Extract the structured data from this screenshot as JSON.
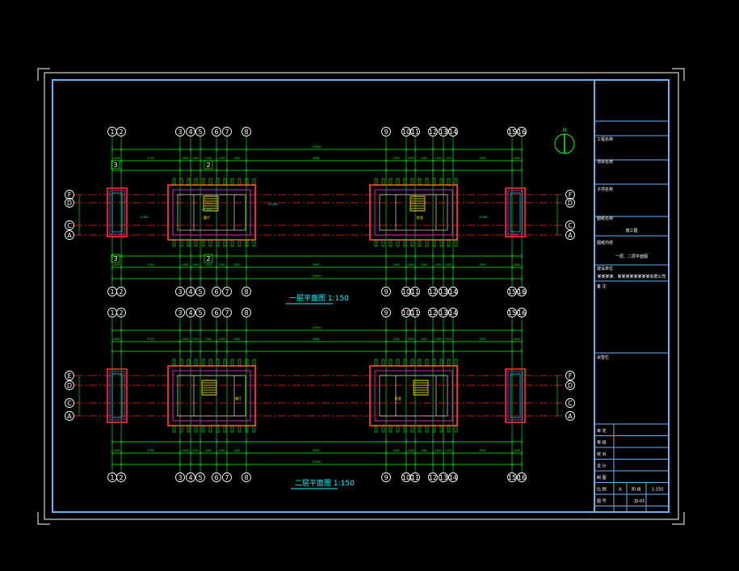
{
  "drawing": {
    "plan_upper_title": "一层平面图 1:150",
    "plan_lower_title": "二层平面图 1:150",
    "north_label": "N",
    "grid_columns": [
      "1",
      "2",
      "3",
      "4",
      "5",
      "6",
      "7",
      "8",
      "9",
      "10",
      "11",
      "12",
      "13",
      "14",
      "15",
      "16"
    ],
    "grid_rows_right": [
      "F",
      "D",
      "C",
      "A"
    ],
    "grid_rows_left": [
      "F",
      "D",
      "C",
      "A"
    ],
    "grid_rows_lower_left": [
      "E",
      "D",
      "C",
      "A"
    ],
    "grid_rows_lower_right": [
      "F",
      "D",
      "C",
      "A"
    ],
    "section_marks": [
      "3",
      "2",
      "3",
      "2"
    ],
    "overall_dim": "37600",
    "dims_top": [
      "4500",
      "5700",
      "1500",
      "1500",
      "2400",
      "1500",
      "2400",
      "8900",
      "2400",
      "1500",
      "2400",
      "1500",
      "1500",
      "5700",
      "4500"
    ],
    "room_labels": [
      "客厅",
      "卧室",
      "餐厅",
      "卧室"
    ],
    "level_labels": [
      "-0.300",
      "±0.000",
      "-0.300",
      "±0.000"
    ]
  },
  "title_block": {
    "rows_top": [
      "工程名称",
      "项目名称",
      "子项名称",
      "图纸名称",
      "图纸内容",
      "建设单位"
    ],
    "project_name": "施工图",
    "drawing_content": "一层、二层平面图",
    "owner_text": "某某某某、某某某某某某某某有限公司",
    "remark_label": "备 注",
    "notes_label": "会签栏",
    "sign_rows": [
      "审 定",
      "审 核",
      "校 对",
      "设 计",
      "制 图"
    ],
    "scale_label": "比 例",
    "scale_value": "1:150",
    "grade_label": "A",
    "phase_label": "阶 段",
    "sheet_label": "图 号",
    "sheet_value": "JS-01"
  },
  "colors": {
    "background": "#000000",
    "frame": "#66b2ff",
    "dim": "#00ff00",
    "wall": "#ff3333",
    "axis": "#ff2020",
    "text": "#ffffff",
    "cyan": "#00e5ff",
    "yellow": "#ffff00",
    "magenta": "#ff33ff"
  }
}
